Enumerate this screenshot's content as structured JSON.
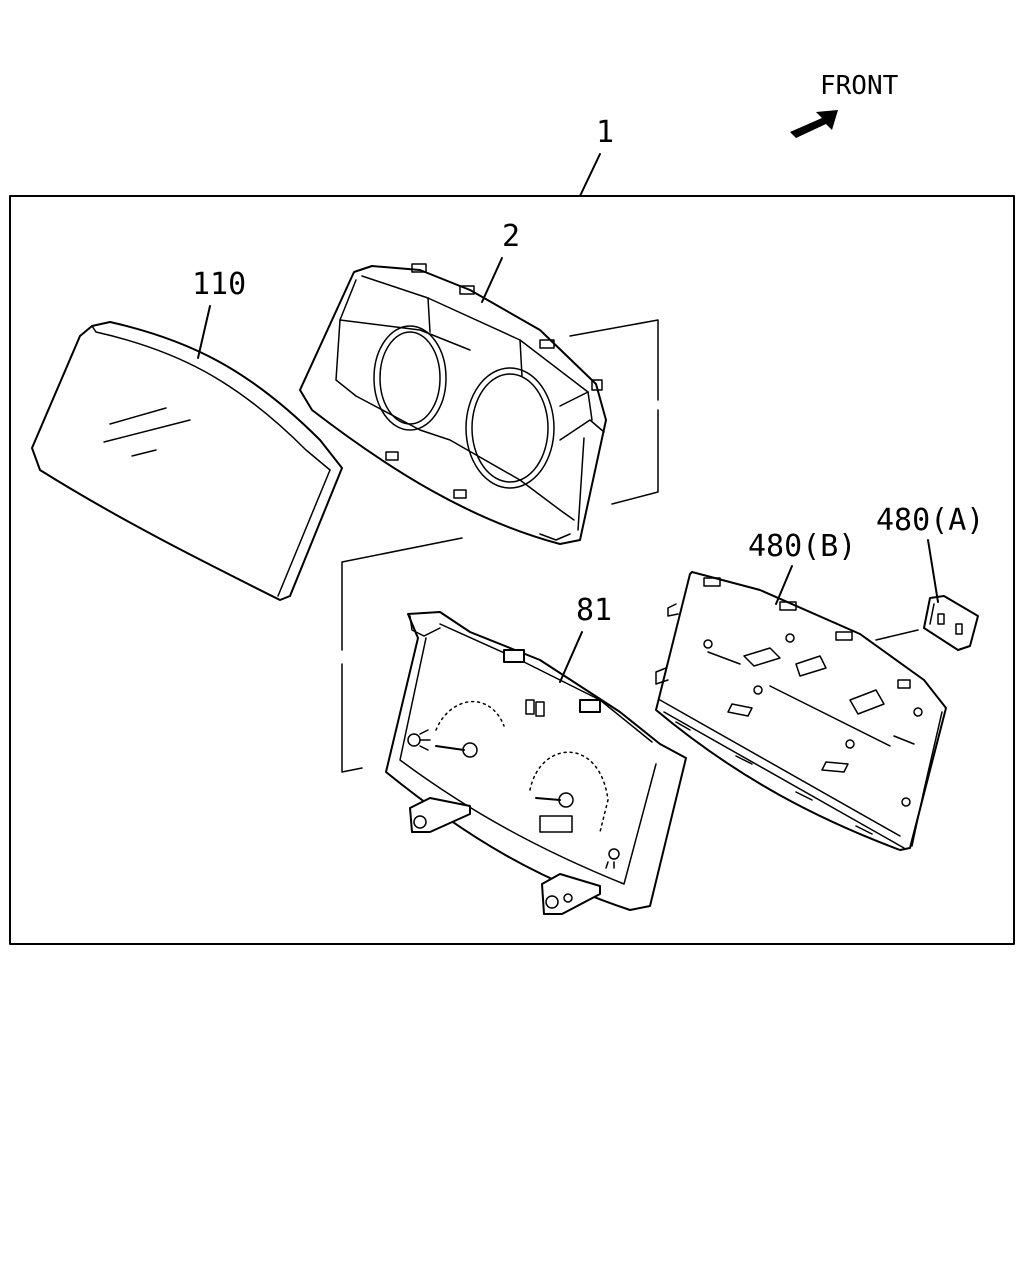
{
  "front_label": "FRONT",
  "callouts": {
    "assembly": "1",
    "case": "2",
    "lens": "110",
    "dial": "81",
    "board_b": "480(B)",
    "board_a": "480(A)"
  },
  "icons": {
    "front_arrow": "front-arrow-icon"
  }
}
